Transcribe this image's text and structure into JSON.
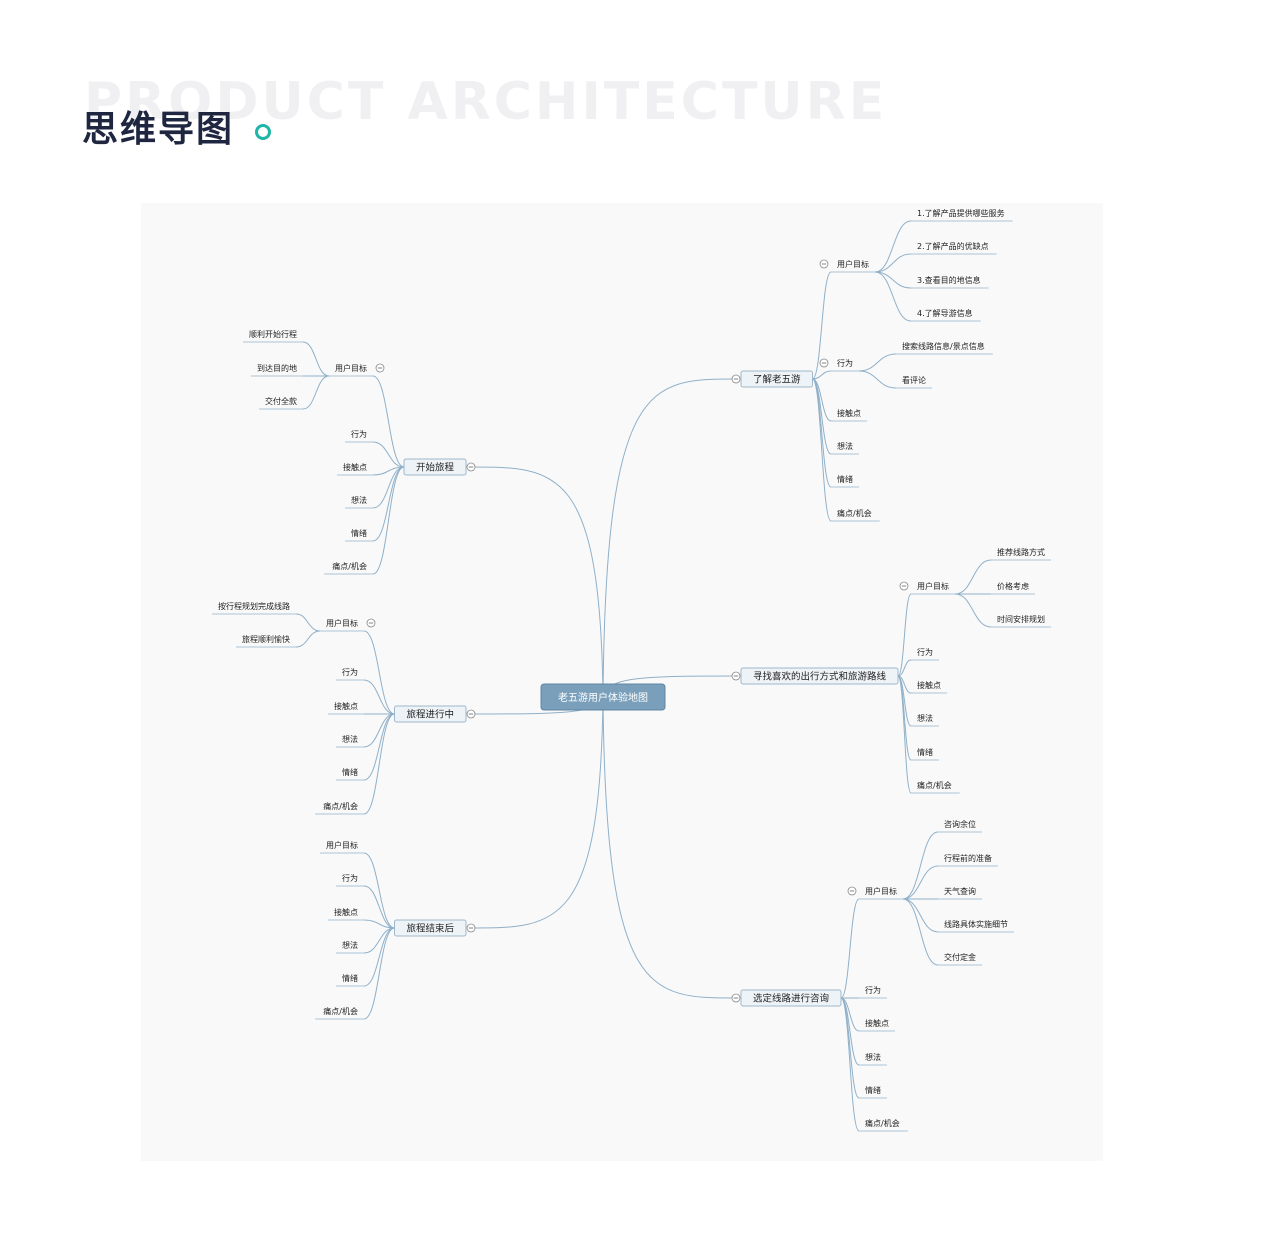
{
  "header": {
    "watermark": "PRODUCT ARCHITECTURE",
    "title": "思维导图"
  },
  "mindmap": {
    "root": "老五游用户体验地图",
    "branches": [
      {
        "label": "了解老五游",
        "side": "right",
        "children": [
          {
            "label": "用户目标",
            "collapsible": true,
            "children": [
              "1.了解产品提供哪些服务",
              "2.了解产品的优缺点",
              "3.查看目的地信息",
              "4.了解导游信息"
            ]
          },
          {
            "label": "行为",
            "collapsible": true,
            "children": [
              "搜索线路信息/景点信息",
              "看评论"
            ]
          },
          {
            "label": "接触点"
          },
          {
            "label": "想法"
          },
          {
            "label": "情绪"
          },
          {
            "label": "痛点/机会"
          }
        ]
      },
      {
        "label": "寻找喜欢的出行方式和旅游路线",
        "side": "right",
        "children": [
          {
            "label": "用户目标",
            "collapsible": true,
            "children": [
              "推荐线路方式",
              "价格考虑",
              "时间安排规划"
            ]
          },
          {
            "label": "行为"
          },
          {
            "label": "接触点"
          },
          {
            "label": "想法"
          },
          {
            "label": "情绪"
          },
          {
            "label": "痛点/机会"
          }
        ]
      },
      {
        "label": "选定线路进行咨询",
        "side": "right",
        "children": [
          {
            "label": "用户目标",
            "collapsible": true,
            "children": [
              "咨询余位",
              "行程前的准备",
              "天气查询",
              "线路具体实施细节",
              "交付定金"
            ]
          },
          {
            "label": "行为"
          },
          {
            "label": "接触点"
          },
          {
            "label": "想法"
          },
          {
            "label": "情绪"
          },
          {
            "label": "痛点/机会"
          }
        ]
      },
      {
        "label": "开始旅程",
        "side": "left",
        "children": [
          {
            "label": "用户目标",
            "collapsible": true,
            "children": [
              "顺利开始行程",
              "到达目的地",
              "交付全款"
            ]
          },
          {
            "label": "行为"
          },
          {
            "label": "接触点"
          },
          {
            "label": "想法"
          },
          {
            "label": "情绪"
          },
          {
            "label": "痛点/机会"
          }
        ]
      },
      {
        "label": "旅程进行中",
        "side": "left",
        "children": [
          {
            "label": "用户目标",
            "collapsible": true,
            "children": [
              "按行程规划完成线路",
              "旅程顺利愉快"
            ]
          },
          {
            "label": "行为"
          },
          {
            "label": "接触点"
          },
          {
            "label": "想法"
          },
          {
            "label": "情绪"
          },
          {
            "label": "痛点/机会"
          }
        ]
      },
      {
        "label": "旅程结束后",
        "side": "left",
        "children": [
          {
            "label": "用户目标"
          },
          {
            "label": "行为"
          },
          {
            "label": "接触点"
          },
          {
            "label": "想法"
          },
          {
            "label": "情绪"
          },
          {
            "label": "痛点/机会"
          }
        ]
      }
    ]
  },
  "colors": {
    "root_fill": "#7a9fbb",
    "line": "#8fb0c8",
    "branch_fill": "#eef3f7",
    "accent": "#1fb5a8",
    "title": "#1f2640"
  }
}
